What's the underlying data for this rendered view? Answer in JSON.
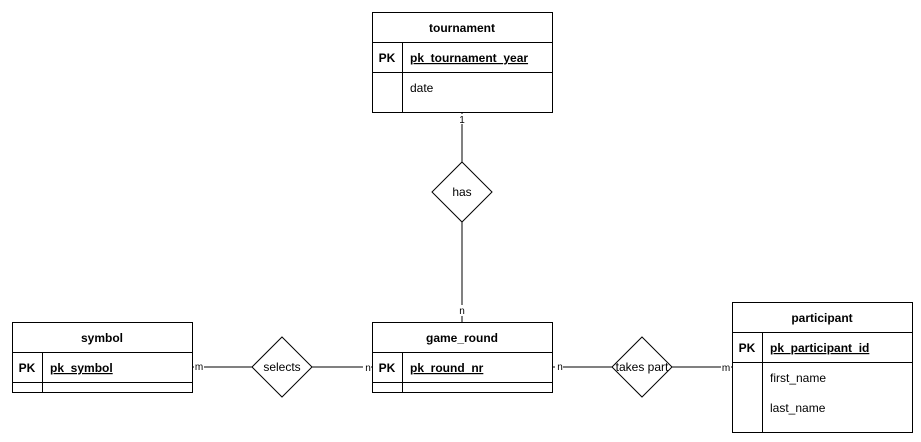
{
  "diagram": {
    "entities": {
      "tournament": {
        "title": "tournament",
        "pk_label": "PK",
        "pk_field": "pk_tournament_year",
        "fields": [
          "date"
        ]
      },
      "game_round": {
        "title": "game_round",
        "pk_label": "PK",
        "pk_field": "pk_round_nr",
        "fields": []
      },
      "symbol": {
        "title": "symbol",
        "pk_label": "PK",
        "pk_field": "pk_symbol",
        "fields": []
      },
      "participant": {
        "title": "participant",
        "pk_label": "PK",
        "pk_field": "pk_participant_id",
        "fields": [
          "first_name",
          "last_name"
        ]
      }
    },
    "relationships": {
      "has": {
        "label": "has",
        "card_top": "1",
        "card_bottom": "n"
      },
      "selects": {
        "label": "selects",
        "card_left": "m",
        "card_right": "n"
      },
      "takes_part": {
        "label": "takes part",
        "card_left": "n",
        "card_right": "m"
      }
    }
  }
}
